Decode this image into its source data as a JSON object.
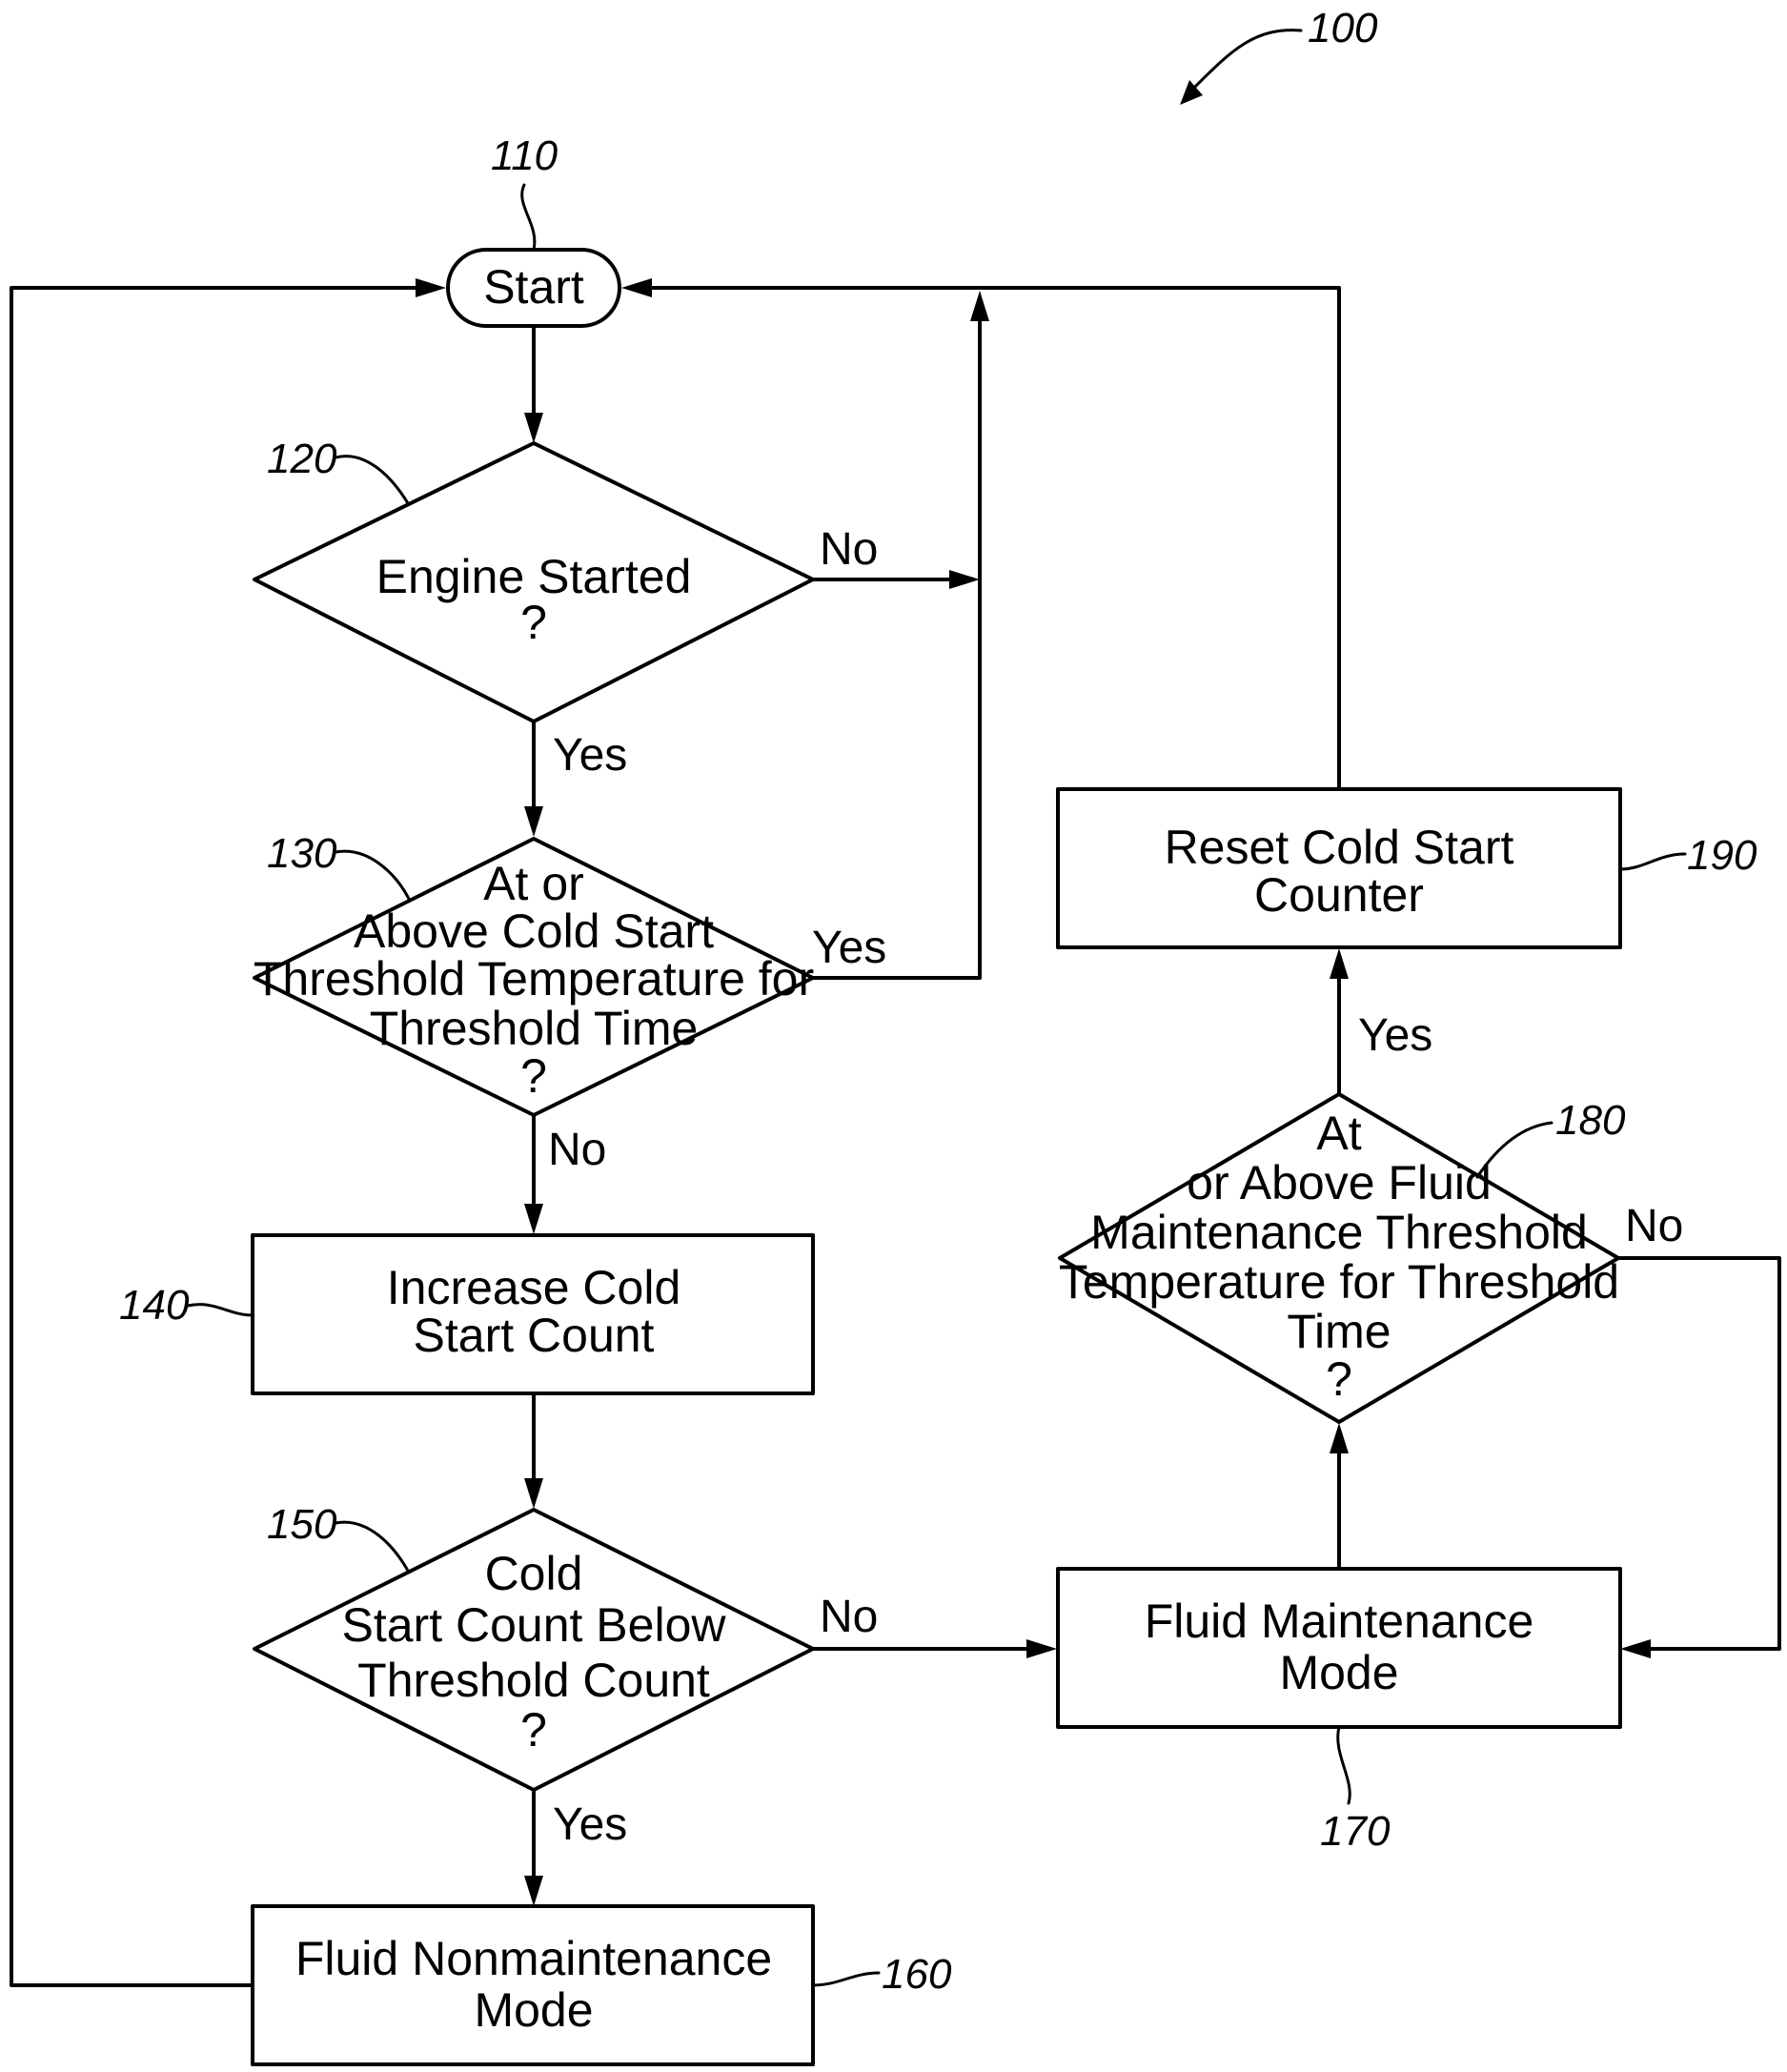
{
  "figure_ref": "100",
  "nodes": {
    "start": {
      "ref": "110",
      "lines": [
        "Start"
      ]
    },
    "engine_started": {
      "ref": "120",
      "lines": [
        "Engine Started",
        "?"
      ]
    },
    "above_cold_start_threshold": {
      "ref": "130",
      "lines": [
        "At or",
        "Above Cold Start",
        "Threshold Temperature for",
        "Threshold Time",
        "?"
      ]
    },
    "increase_cold_start_count": {
      "ref": "140",
      "lines": [
        "Increase Cold",
        "Start Count"
      ]
    },
    "cold_start_count_below": {
      "ref": "150",
      "lines": [
        "Cold",
        "Start Count Below",
        "Threshold Count",
        "?"
      ]
    },
    "fluid_nonmaintenance_mode": {
      "ref": "160",
      "lines": [
        "Fluid Nonmaintenance",
        "Mode"
      ]
    },
    "fluid_maintenance_mode": {
      "ref": "170",
      "lines": [
        "Fluid Maintenance",
        "Mode"
      ]
    },
    "above_fluid_maintenance_threshold": {
      "ref": "180",
      "lines": [
        "At",
        "or Above Fluid",
        "Maintenance Threshold",
        "Temperature for Threshold",
        "Time",
        "?"
      ]
    },
    "reset_cold_start_counter": {
      "ref": "190",
      "lines": [
        "Reset Cold Start",
        "Counter"
      ]
    }
  },
  "edge_labels": {
    "n120_no": "No",
    "n120_yes": "Yes",
    "n130_yes": "Yes",
    "n130_no": "No",
    "n150_no": "No",
    "n150_yes": "Yes",
    "n180_yes": "Yes",
    "n180_no": "No"
  }
}
